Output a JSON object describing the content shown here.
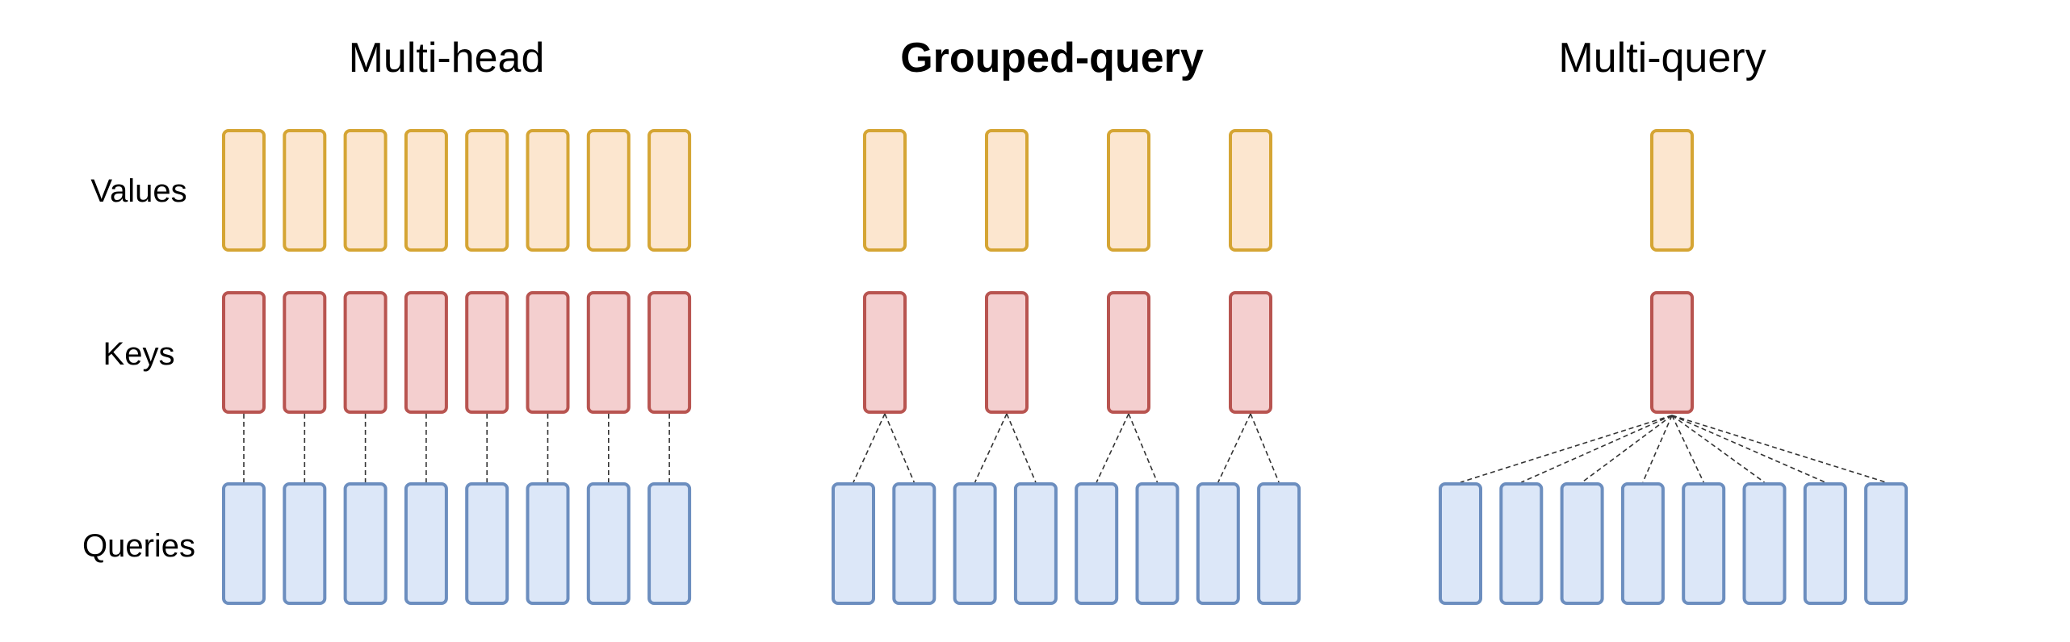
{
  "row_labels": {
    "values": "Values",
    "keys": "Keys",
    "queries": "Queries"
  },
  "panels": [
    {
      "id": "multi-head",
      "title": "Multi-head",
      "bold": false,
      "values": 8,
      "keys": 8,
      "queries": 8,
      "mapping": "one-to-one"
    },
    {
      "id": "grouped-query",
      "title": "Grouped-query",
      "bold": true,
      "values": 4,
      "keys": 4,
      "queries": 8,
      "mapping": "grouped"
    },
    {
      "id": "multi-query",
      "title": "Multi-query",
      "bold": false,
      "values": 1,
      "keys": 1,
      "queries": 8,
      "mapping": "all-to-one"
    }
  ],
  "colors": {
    "values_fill": "#fce6cf",
    "values_stroke": "#d5a534",
    "keys_fill": "#f4cfcf",
    "keys_stroke": "#b85450",
    "queries_fill": "#dce7f8",
    "queries_stroke": "#6c8ebf",
    "connector": "#333333"
  }
}
